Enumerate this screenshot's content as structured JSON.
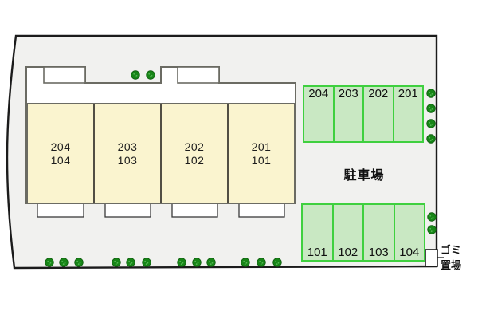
{
  "plan": {
    "type": "apartment-site-plan",
    "labels": {
      "parking_lot": "駐車場",
      "garbage_line1": "ゴミ",
      "garbage_line2": "置場"
    },
    "building": {
      "units": [
        {
          "upper": "204",
          "lower": "104"
        },
        {
          "upper": "203",
          "lower": "103"
        },
        {
          "upper": "202",
          "lower": "102"
        },
        {
          "upper": "201",
          "lower": "101"
        }
      ]
    },
    "parking": {
      "top_row": {
        "stalls": [
          "204",
          "203",
          "202",
          "201"
        ]
      },
      "bottom_row": {
        "stalls": [
          "101",
          "102",
          "103",
          "104"
        ]
      }
    }
  },
  "colors": {
    "site_fill": "#f1f1ef",
    "site_border": "#1b1b1b",
    "building_fill": "#ffffff",
    "building_border": "#6b6b63",
    "unit_fill": "#faf4cf",
    "unit_divider": "#514e44",
    "parking_fill": "#c9e8c3",
    "parking_border": "#3fd03f",
    "tree_green": "#178517",
    "tree_dark": "#0e5c0e",
    "tree_speckle": "#52b552"
  },
  "trees": [
    [
      170,
      94
    ],
    [
      189,
      94
    ],
    [
      541,
      117
    ],
    [
      541,
      136
    ],
    [
      541,
      155
    ],
    [
      541,
      174
    ],
    [
      542,
      272
    ],
    [
      542,
      288
    ],
    [
      62,
      329
    ],
    [
      80,
      329
    ],
    [
      99,
      329
    ],
    [
      146,
      329
    ],
    [
      164,
      329
    ],
    [
      184,
      329
    ],
    [
      228,
      329
    ],
    [
      247,
      329
    ],
    [
      265,
      329
    ],
    [
      308,
      329
    ],
    [
      328,
      329
    ],
    [
      348,
      329
    ]
  ]
}
